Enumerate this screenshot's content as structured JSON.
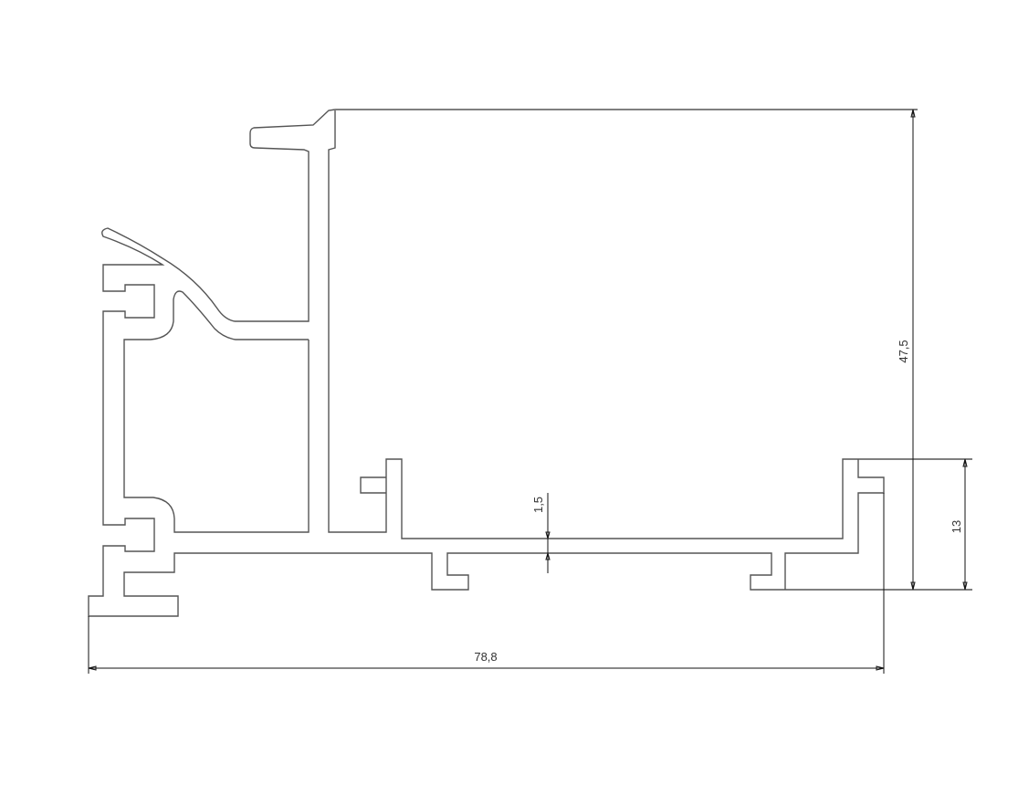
{
  "drawing": {
    "type": "aluminium profile cross-section",
    "dimensions": {
      "overall_width": "78,8",
      "overall_height": "47,5",
      "bottom_height": "13",
      "wall_thickness": "1,5"
    }
  }
}
